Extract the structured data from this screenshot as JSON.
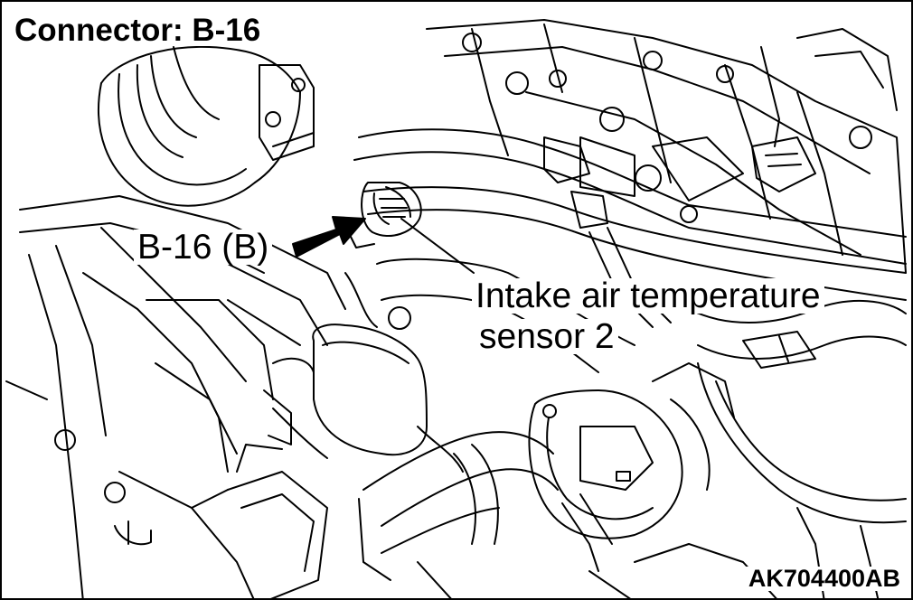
{
  "figure": {
    "title": "Connector: B-16",
    "connector_callout": "B-16 (B)",
    "component_label_line1": "Intake air temperature",
    "component_label_line2": "sensor 2",
    "figure_code": "AK704400AB"
  },
  "colors": {
    "line": "#000000",
    "background": "#ffffff"
  },
  "icons": {
    "callout_arrow": "arrow-right-icon"
  }
}
